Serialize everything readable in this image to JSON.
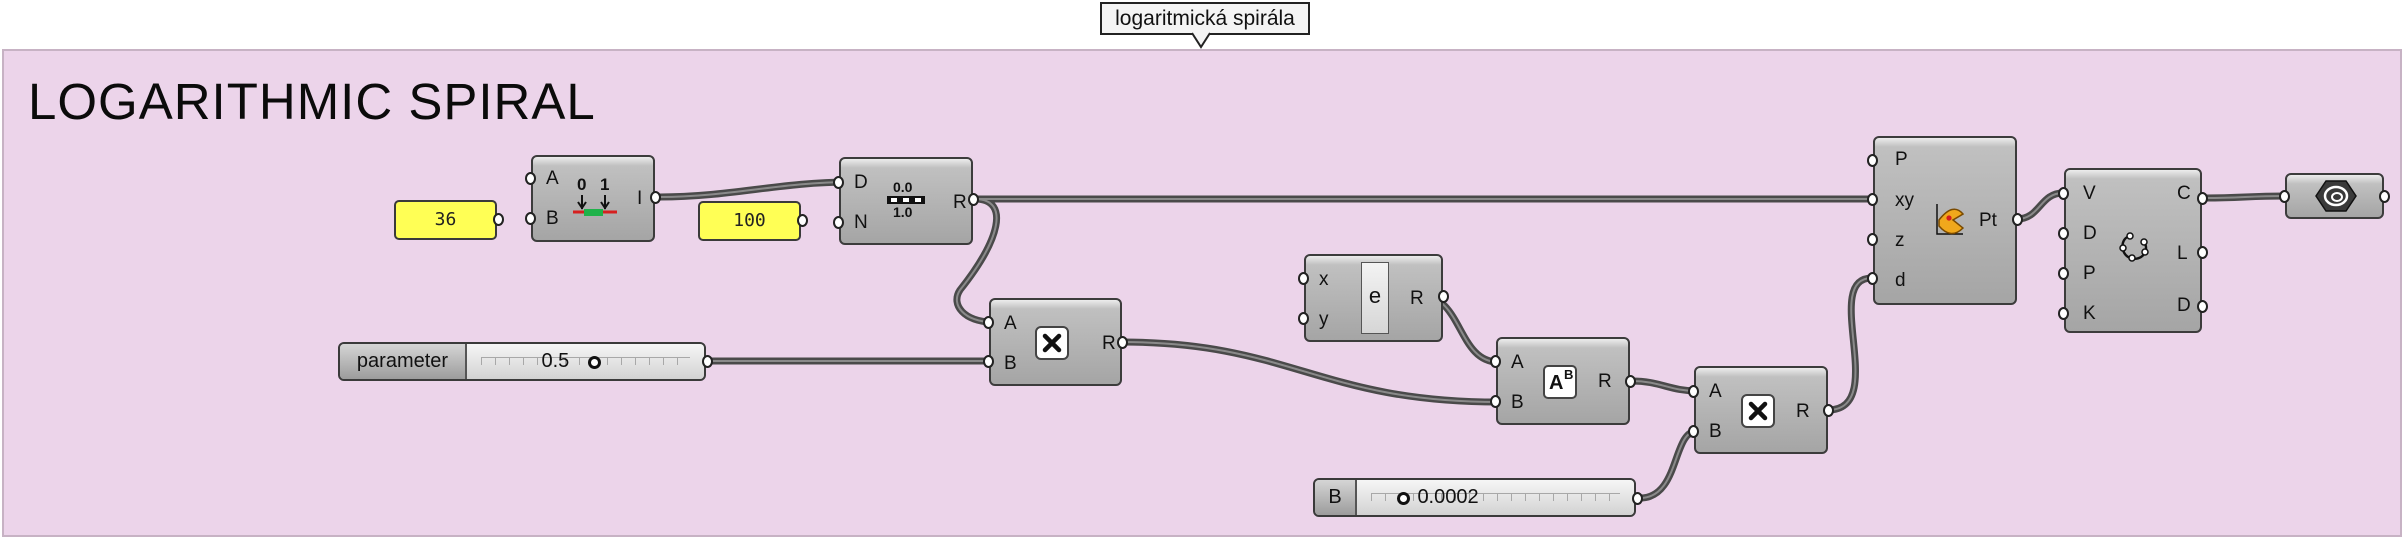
{
  "tooltip": {
    "text": "logaritmická spirála"
  },
  "group": {
    "title": "LOGARITHMIC SPIRAL"
  },
  "panels": [
    {
      "name": "panel-36",
      "value": "36"
    },
    {
      "name": "panel-100",
      "value": "100"
    }
  ],
  "sliders": {
    "parameter": {
      "label": "parameter",
      "value": "0.5",
      "level": 0.5
    },
    "b": {
      "label": "B",
      "value": "0.0002",
      "level": 0.05
    }
  },
  "components": {
    "range": {
      "inputs": [
        "A",
        "B"
      ],
      "outputs": [
        "I"
      ],
      "icon": "range-icon",
      "icon_text": [
        "0",
        "1"
      ]
    },
    "series": {
      "inputs": [
        "D",
        "N"
      ],
      "outputs": [
        "R"
      ],
      "icon": "series-icon",
      "icon_text": [
        "0.0",
        "1.0"
      ]
    },
    "mult1": {
      "inputs": [
        "A",
        "B"
      ],
      "outputs": [
        "R"
      ],
      "icon": "multiply-icon"
    },
    "e": {
      "inputs": [
        "x",
        "y"
      ],
      "outputs": [
        "R"
      ],
      "icon_text": "e"
    },
    "power": {
      "inputs": [
        "A",
        "B"
      ],
      "outputs": [
        "R"
      ],
      "icon": "power-icon",
      "icon_text": [
        "A",
        "B"
      ]
    },
    "mult2": {
      "inputs": [
        "A",
        "B"
      ],
      "outputs": [
        "R"
      ],
      "icon": "multiply-icon"
    },
    "point": {
      "inputs": [
        "P",
        "xy",
        "z",
        "d"
      ],
      "outputs": [
        "Pt"
      ],
      "icon": "polar-point-icon"
    },
    "curve": {
      "inputs": [
        "V",
        "D",
        "P",
        "K"
      ],
      "outputs": [
        "C",
        "L",
        "D"
      ],
      "icon": "interpolate-curve-icon"
    },
    "geometry": {
      "icon": "geometry-param-icon"
    }
  },
  "colors": {
    "group_fill": "#ecd4ea",
    "panel_fill": "#ffff55",
    "wire": "#4a4a4a"
  }
}
